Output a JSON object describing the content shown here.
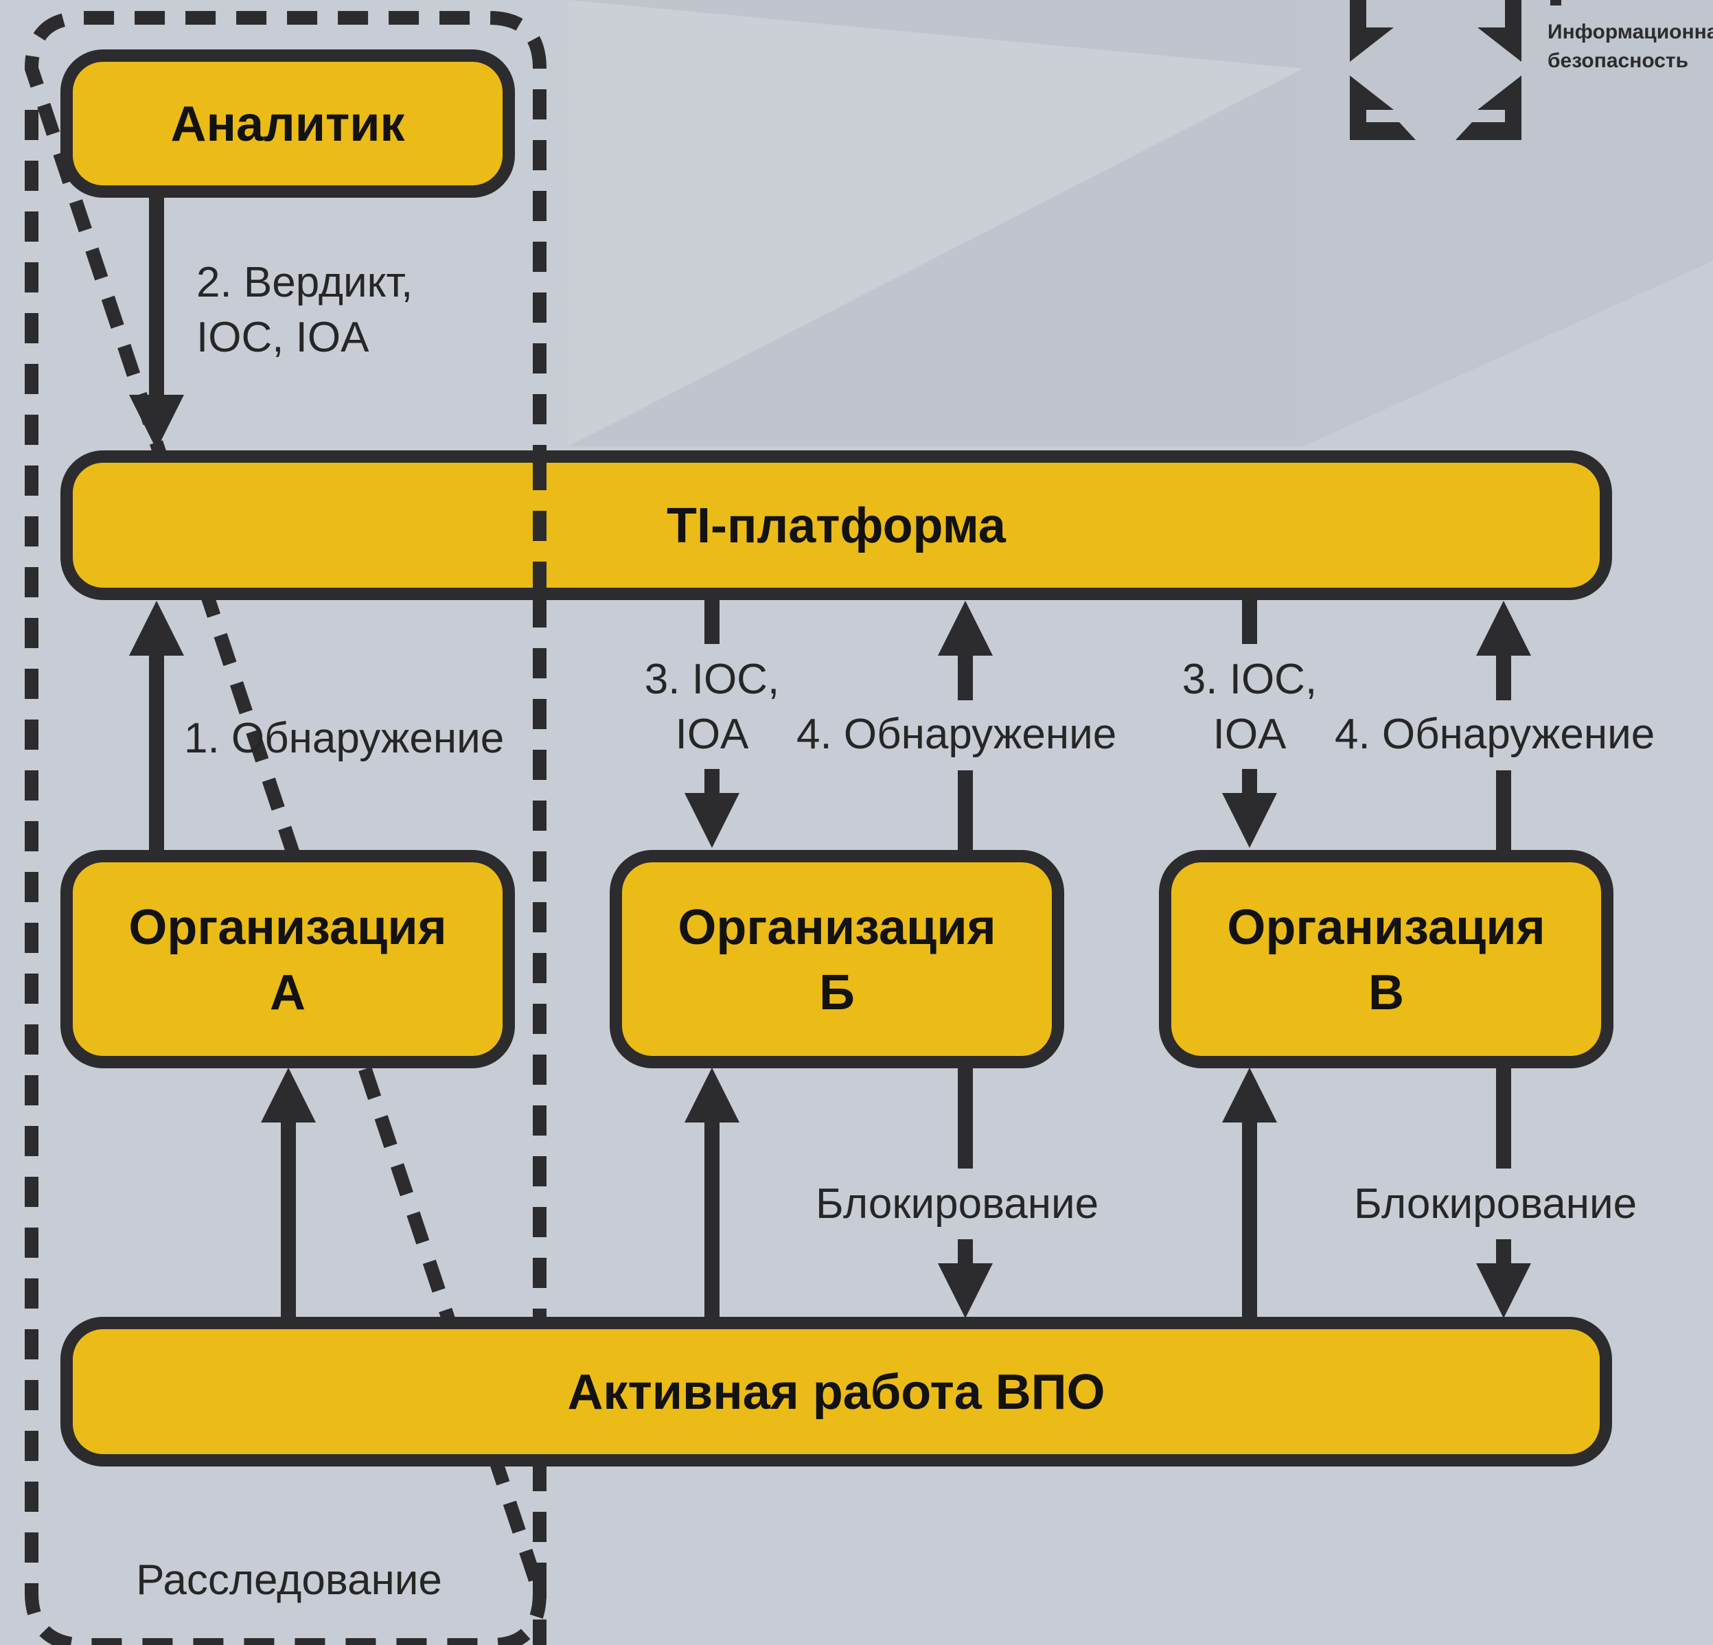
{
  "diagram": {
    "nodes": {
      "analyst": "Аналитик",
      "ti_platform": "TI-платформа",
      "org_a": "Организация\nА",
      "org_b": "Организация\nБ",
      "org_v": "Организация\nВ",
      "malware": "Активная работа ВПО"
    },
    "edge_labels": {
      "verdict": "2. Вердикт,\nIOC, IOA",
      "detection_a": "1. Обнаружение",
      "ioc_b": "3. IOC,\nIOA",
      "detection_b": "4. Обнаружение",
      "ioc_v": "3. IOC,\nIOA",
      "detection_v": "4. Обнаружение",
      "block_b": "Блокирование",
      "block_v": "Блокирование"
    },
    "group_label": "Расследование"
  },
  "logo": {
    "text": "Информационная\nбезопасность"
  },
  "colors": {
    "background": "#c8ccd4",
    "box_fill": "#ebbb18",
    "stroke": "#2c2c2e",
    "text": "#262626"
  }
}
